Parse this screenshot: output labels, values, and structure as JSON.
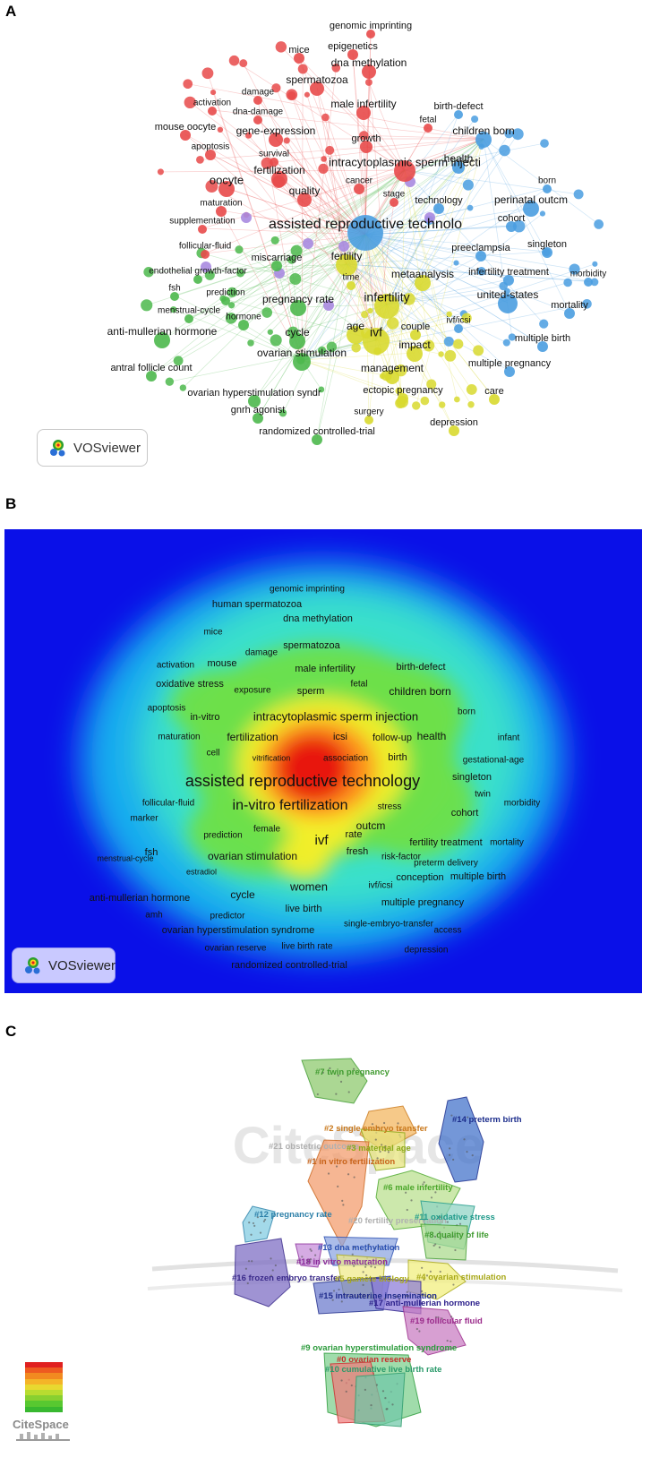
{
  "panels": {
    "a": {
      "letter": "A"
    },
    "b": {
      "letter": "B"
    },
    "c": {
      "letter": "C"
    }
  },
  "colors": {
    "cluster_red": "#e84a4a",
    "cluster_blue": "#4a9de0",
    "cluster_green": "#4cb84c",
    "cluster_yellow": "#d8d92f",
    "cluster_purple": "#a989e0",
    "density_background": "#0a10e8"
  },
  "network_a": {
    "badge": "VOSviewer",
    "labels": [
      {
        "text": "genomic imprinting",
        "c": "red"
      },
      {
        "text": "mice",
        "c": "red"
      },
      {
        "text": "epigenetics",
        "c": "red"
      },
      {
        "text": "dna methylation",
        "c": "red"
      },
      {
        "text": "spermatozoa",
        "c": "red"
      },
      {
        "text": "activation",
        "c": "red"
      },
      {
        "text": "damage",
        "c": "red"
      },
      {
        "text": "dna-damage",
        "c": "red"
      },
      {
        "text": "male infertility",
        "c": "red"
      },
      {
        "text": "birth-defect",
        "c": "blue"
      },
      {
        "text": "mouse oocyte",
        "c": "red"
      },
      {
        "text": "fetal",
        "c": "red"
      },
      {
        "text": "gene-expression",
        "c": "red"
      },
      {
        "text": "children born",
        "c": "blue"
      },
      {
        "text": "apoptosis",
        "c": "red"
      },
      {
        "text": "growth",
        "c": "red"
      },
      {
        "text": "survival",
        "c": "red"
      },
      {
        "text": "health",
        "c": "blue"
      },
      {
        "text": "fertilization",
        "c": "red"
      },
      {
        "text": "intracytoplasmic sperm injecti",
        "c": "red"
      },
      {
        "text": "born",
        "c": "blue"
      },
      {
        "text": "oocyte",
        "c": "red"
      },
      {
        "text": "cancer",
        "c": "red"
      },
      {
        "text": "stage",
        "c": "red"
      },
      {
        "text": "technology",
        "c": "blue"
      },
      {
        "text": "perinatal outcm",
        "c": "blue"
      },
      {
        "text": "quality",
        "c": "red"
      },
      {
        "text": "maturation",
        "c": "red"
      },
      {
        "text": "cohort",
        "c": "blue"
      },
      {
        "text": "supplementation",
        "c": "red"
      },
      {
        "text": "assisted reproductive technolo",
        "c": "blue"
      },
      {
        "text": "preeclampsia",
        "c": "blue"
      },
      {
        "text": "singleton",
        "c": "blue"
      },
      {
        "text": "follicular-fluid",
        "c": "red"
      },
      {
        "text": "miscarriage",
        "c": "green"
      },
      {
        "text": "fertility",
        "c": "yellow"
      },
      {
        "text": "endothelial growth-factor",
        "c": "green"
      },
      {
        "text": "metaanalysis",
        "c": "yellow"
      },
      {
        "text": "infertility treatment",
        "c": "blue"
      },
      {
        "text": "morbidity",
        "c": "blue"
      },
      {
        "text": "time",
        "c": "yellow"
      },
      {
        "text": "fsh",
        "c": "green"
      },
      {
        "text": "united-states",
        "c": "blue"
      },
      {
        "text": "prediction",
        "c": "green"
      },
      {
        "text": "infertility",
        "c": "yellow"
      },
      {
        "text": "pregnancy rate",
        "c": "green"
      },
      {
        "text": "menstrual-cycle",
        "c": "green"
      },
      {
        "text": "mortality",
        "c": "blue"
      },
      {
        "text": "hormone",
        "c": "green"
      },
      {
        "text": "ivf/icsi",
        "c": "blue"
      },
      {
        "text": "anti-mullerian hormone",
        "c": "green"
      },
      {
        "text": "age",
        "c": "yellow"
      },
      {
        "text": "ivf",
        "c": "yellow"
      },
      {
        "text": "couple",
        "c": "yellow"
      },
      {
        "text": "cycle",
        "c": "green"
      },
      {
        "text": "impact",
        "c": "yellow"
      },
      {
        "text": "multiple birth",
        "c": "blue"
      },
      {
        "text": "antral follicle count",
        "c": "green"
      },
      {
        "text": "ovarian stimulation",
        "c": "green"
      },
      {
        "text": "multiple pregnancy",
        "c": "blue"
      },
      {
        "text": "management",
        "c": "yellow"
      },
      {
        "text": "ovarian hyperstimulation syndr",
        "c": "green"
      },
      {
        "text": "ectopic pregnancy",
        "c": "yellow"
      },
      {
        "text": "care",
        "c": "yellow"
      },
      {
        "text": "gnrh agonist",
        "c": "green"
      },
      {
        "text": "surgery",
        "c": "yellow"
      },
      {
        "text": "depression",
        "c": "yellow"
      },
      {
        "text": "randomized controlled-trial",
        "c": "green"
      }
    ]
  },
  "density_b": {
    "badge": "VOSviewer",
    "labels": [
      "genomic imprinting",
      "human spermatozoa",
      "dna methylation",
      "mice",
      "damage",
      "spermatozoa",
      "activation",
      "mouse",
      "male infertility",
      "fetal",
      "birth-defect",
      "oxidative stress",
      "exposure",
      "sperm",
      "children born",
      "apoptosis",
      "in-vitro",
      "intracytoplasmic sperm injection",
      "born",
      "maturation",
      "fertilization",
      "icsi",
      "follow-up",
      "health",
      "infant",
      "cell",
      "vitrification",
      "association",
      "birth",
      "gestational-age",
      "assisted reproductive technology",
      "singleton",
      "follicular-fluid",
      "in-vitro fertilization",
      "stress",
      "twin",
      "morbidity",
      "marker",
      "cohort",
      "female",
      "outcm",
      "prediction",
      "rate",
      "ivf",
      "fertility treatment",
      "mortality",
      "fsh",
      "fresh",
      "risk-factor",
      "menstrual-cycle",
      "ovarian stimulation",
      "preterm delivery",
      "estradiol",
      "conception",
      "multiple birth",
      "anti-mullerian hormone",
      "cycle",
      "women",
      "ivf/icsi",
      "amh",
      "predictor",
      "live birth",
      "multiple pregnancy",
      "ovarian hyperstimulation syndrome",
      "single-embryo-transfer",
      "access",
      "ovarian reserve",
      "live birth rate",
      "depression",
      "randomized controlled-trial"
    ]
  },
  "citespace_c": {
    "watermark": "CiteSpace",
    "logo": "CiteSpace",
    "clusters": [
      {
        "label": "#7 twin pregnancy",
        "color": "#3f9a2f",
        "fill": "#8bc86a"
      },
      {
        "label": "#14 preterm birth",
        "color": "#1c2d8c",
        "fill": "#3f6fc9"
      },
      {
        "label": "#2 single embryo transfer",
        "color": "#c9781b",
        "fill": "#f2b45c"
      },
      {
        "label": "#21 obstetric outcome",
        "color": "#b0b0b0",
        "fill": "none"
      },
      {
        "label": "#3 maternal age",
        "color": "#8aa818",
        "fill": "#e6e37a"
      },
      {
        "label": "#1 in vitro fertilization",
        "color": "#c9641b",
        "fill": "#f39a6a"
      },
      {
        "label": "#6 male infertility",
        "color": "#4aa62a",
        "fill": "#b9df8c"
      },
      {
        "label": "#12 pregnancy rate",
        "color": "#2b7fa8",
        "fill": "#7fcbe0"
      },
      {
        "label": "#20 fertility preservation",
        "color": "#b0b0b0",
        "fill": "none"
      },
      {
        "label": "#11 oxidative stress",
        "color": "#1f9a8a",
        "fill": "#8ed3c4"
      },
      {
        "label": "#8 quality of life",
        "color": "#3f9a2f",
        "fill": "#a9d98a"
      },
      {
        "label": "#13 dna methylation",
        "color": "#2a4fb0",
        "fill": "#8aa3e0"
      },
      {
        "label": "#18 in vitro maturation",
        "color": "#8a2a9a",
        "fill": "#c58ad8"
      },
      {
        "label": "#16 frozen embryo transfer",
        "color": "#3a2a8a",
        "fill": "#7a6ac2"
      },
      {
        "label": "#5 gamete biology",
        "color": "#a8a818",
        "fill": "#f0ea88"
      },
      {
        "label": "#4 ovarian stimulation",
        "color": "#a8a818",
        "fill": "#f1ee7a"
      },
      {
        "label": "#15 intrauterine insemination",
        "color": "#1e2a8a",
        "fill": "#6a78cc"
      },
      {
        "label": "#17 anti-mullerian hormone",
        "color": "#2a1e8a",
        "fill": "#8a7ad8"
      },
      {
        "label": "#19 follicular fluid",
        "color": "#9a2a8a",
        "fill": "#c77ac0"
      },
      {
        "label": "#9 ovarian hyperstimulation syndrome",
        "color": "#2a9a3a",
        "fill": "#7ccf8a"
      },
      {
        "label": "#0 ovarian reserve",
        "color": "#c82a2a",
        "fill": "#ee7a7a"
      },
      {
        "label": "#10 cumulative live birth rate",
        "color": "#2a9a6a",
        "fill": "#6fc8a8"
      }
    ],
    "legend_colors": [
      "#e02020",
      "#ee5a20",
      "#f28a20",
      "#f4b428",
      "#e8d830",
      "#b8dc30",
      "#88d030",
      "#58c830",
      "#38b830"
    ]
  }
}
